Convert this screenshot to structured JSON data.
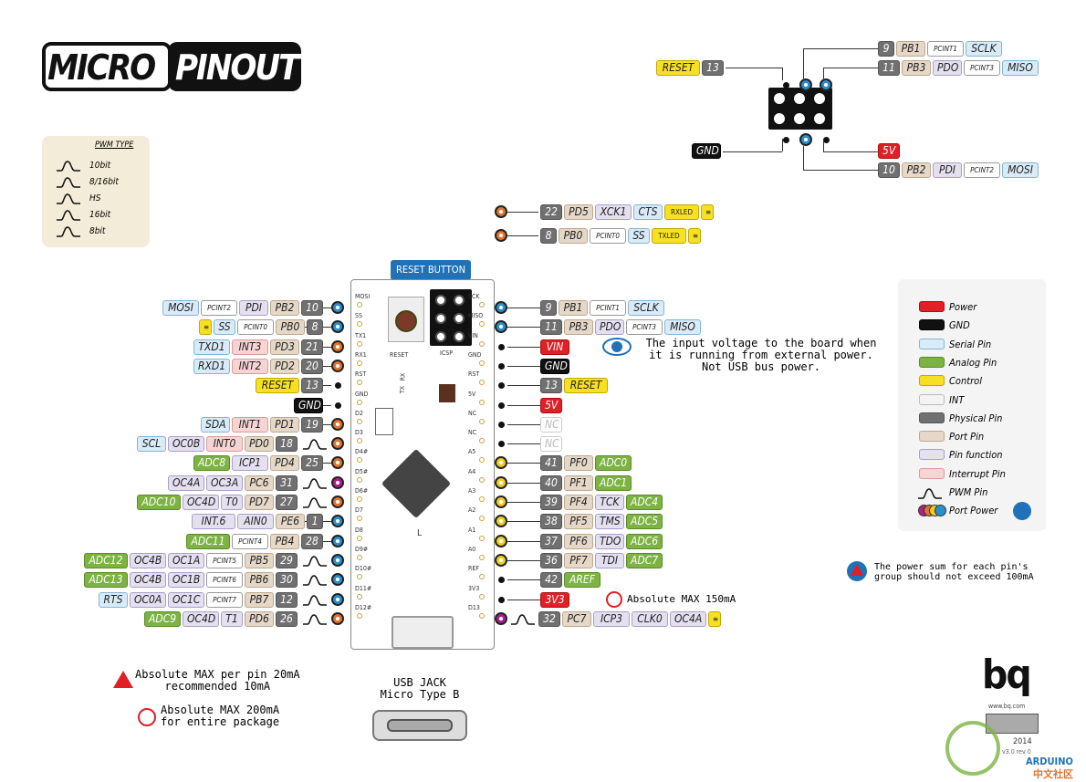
{
  "title": {
    "part1": "MICRO",
    "part2": "PINOUT"
  },
  "pwm": {
    "title": "PWM TYPE",
    "items": [
      "10bit",
      "8/16bit",
      "HS",
      "16bit",
      "8bit"
    ]
  },
  "colors": {
    "power": "#e01f26",
    "gnd": "#111111",
    "serial": "#d9ebf7",
    "analog": "#7cb342",
    "control": "#f7e024",
    "int": "#ffffff",
    "physical": "#707070",
    "port": "#e6d8c8",
    "func": "#e4e0f0",
    "interrupt": "#f7d4d4",
    "blue": "#2a8fd0",
    "orange": "#e2732a",
    "yellow": "#f2cf1b",
    "magenta": "#b01f8e"
  },
  "legend": [
    {
      "label": "Power",
      "cls": "t-pwr"
    },
    {
      "label": "GND",
      "cls": "t-gnd"
    },
    {
      "label": "Serial Pin",
      "cls": "t-ser"
    },
    {
      "label": "Analog Pin",
      "cls": "t-ana"
    },
    {
      "label": "Control",
      "cls": "t-ctl"
    },
    {
      "label": "INT",
      "cls": ""
    },
    {
      "label": "Physical Pin",
      "cls": "t-phys"
    },
    {
      "label": "Port Pin",
      "cls": "t-port"
    },
    {
      "label": "Pin function",
      "cls": "t-func"
    },
    {
      "label": "Interrupt Pin",
      "cls": "t-int"
    },
    {
      "label": "PWM Pin",
      "cls": "pwm"
    },
    {
      "label": "Port Power",
      "cls": "pp"
    }
  ],
  "left_rows": [
    {
      "pin": "blue",
      "labels": [
        [
          "MOSI",
          "t-ser"
        ],
        [
          "PCINT2",
          "t-pci"
        ],
        [
          "PDI",
          "t-func"
        ],
        [
          "PB2",
          "t-port"
        ],
        [
          "10",
          "t-phys"
        ]
      ]
    },
    {
      "pin": "blue",
      "labels": [
        [
          "≡",
          "t-led"
        ],
        [
          "SS",
          "t-ser"
        ],
        [
          "PCINT0",
          "t-pci"
        ],
        [
          "PB0",
          "t-port"
        ],
        [
          "8",
          "t-phys"
        ]
      ]
    },
    {
      "pin": "orange",
      "labels": [
        [
          "TXD1",
          "t-ser"
        ],
        [
          "INT3",
          "t-int"
        ],
        [
          "PD3",
          "t-port"
        ],
        [
          "21",
          "t-phys"
        ]
      ]
    },
    {
      "pin": "orange",
      "labels": [
        [
          "RXD1",
          "t-ser"
        ],
        [
          "INT2",
          "t-int"
        ],
        [
          "PD2",
          "t-port"
        ],
        [
          "20",
          "t-phys"
        ]
      ]
    },
    {
      "pin": "dot",
      "labels": [
        [
          "RESET",
          "t-ctl"
        ],
        [
          "13",
          "t-phys"
        ]
      ]
    },
    {
      "pin": "dot",
      "labels": [
        [
          "GND",
          "t-gnd"
        ]
      ]
    },
    {
      "pin": "orange",
      "labels": [
        [
          "SDA",
          "t-ser"
        ],
        [
          "INT1",
          "t-int"
        ],
        [
          "PD1",
          "t-port"
        ],
        [
          "19",
          "t-phys"
        ]
      ]
    },
    {
      "pin": "orange",
      "pwm": true,
      "labels": [
        [
          "SCL",
          "t-ser"
        ],
        [
          "OC0B",
          "t-func"
        ],
        [
          "INT0",
          "t-int"
        ],
        [
          "PD0",
          "t-port"
        ],
        [
          "18",
          "t-phys"
        ]
      ]
    },
    {
      "pin": "orange",
      "labels": [
        [
          "ADC8",
          "t-ana"
        ],
        [
          "ICP1",
          "t-func"
        ],
        [
          "PD4",
          "t-port"
        ],
        [
          "25",
          "t-phys"
        ]
      ]
    },
    {
      "pin": "magenta",
      "pwm": true,
      "labels": [
        [
          "OC4A",
          "t-func"
        ],
        [
          "OC3A",
          "t-func"
        ],
        [
          "PC6",
          "t-port"
        ],
        [
          "31",
          "t-phys"
        ]
      ]
    },
    {
      "pin": "orange",
      "pwm": true,
      "labels": [
        [
          "ADC10",
          "t-ana"
        ],
        [
          "OC4D",
          "t-func"
        ],
        [
          "T0",
          "t-func"
        ],
        [
          "PD7",
          "t-port"
        ],
        [
          "27",
          "t-phys"
        ]
      ]
    },
    {
      "pin": "blue",
      "labels": [
        [
          "INT.6",
          "t-func"
        ],
        [
          "AIN0",
          "t-func"
        ],
        [
          "PE6",
          "t-port"
        ],
        [
          "1",
          "t-phys"
        ]
      ]
    },
    {
      "pin": "blue",
      "labels": [
        [
          "ADC11",
          "t-ana"
        ],
        [
          "PCINT4",
          "t-pci"
        ],
        [
          "PB4",
          "t-port"
        ],
        [
          "28",
          "t-phys"
        ]
      ]
    },
    {
      "pin": "blue",
      "pwm": true,
      "labels": [
        [
          "ADC12",
          "t-ana"
        ],
        [
          "OC4B",
          "t-func"
        ],
        [
          "OC1A",
          "t-func"
        ],
        [
          "PCINT5",
          "t-pci"
        ],
        [
          "PB5",
          "t-port"
        ],
        [
          "29",
          "t-phys"
        ]
      ]
    },
    {
      "pin": "blue",
      "pwm": true,
      "labels": [
        [
          "ADC13",
          "t-ana"
        ],
        [
          "OC4B",
          "t-func"
        ],
        [
          "OC1B",
          "t-func"
        ],
        [
          "PCINT6",
          "t-pci"
        ],
        [
          "PB6",
          "t-port"
        ],
        [
          "30",
          "t-phys"
        ]
      ]
    },
    {
      "pin": "blue",
      "pwm": true,
      "labels": [
        [
          "RTS",
          "t-ser"
        ],
        [
          "OC0A",
          "t-func"
        ],
        [
          "OC1C",
          "t-func"
        ],
        [
          "PCINT7",
          "t-pci"
        ],
        [
          "PB7",
          "t-port"
        ],
        [
          "12",
          "t-phys"
        ]
      ]
    },
    {
      "pin": "orange",
      "pwm": true,
      "labels": [
        [
          "ADC9",
          "t-ana"
        ],
        [
          "OC4D",
          "t-func"
        ],
        [
          "T1",
          "t-func"
        ],
        [
          "PD6",
          "t-port"
        ],
        [
          "26",
          "t-phys"
        ]
      ]
    }
  ],
  "right_rows": [
    {
      "pin": "blue",
      "labels": [
        [
          "9",
          "t-phys"
        ],
        [
          "PB1",
          "t-port"
        ],
        [
          "PCINT1",
          "t-pci"
        ],
        [
          "SCLK",
          "t-ser"
        ]
      ]
    },
    {
      "pin": "blue",
      "labels": [
        [
          "11",
          "t-phys"
        ],
        [
          "PB3",
          "t-port"
        ],
        [
          "PDO",
          "t-func"
        ],
        [
          "PCINT3",
          "t-pci"
        ],
        [
          "MISO",
          "t-ser"
        ]
      ]
    },
    {
      "pin": "dot",
      "labels": [
        [
          "VIN",
          "t-pwr"
        ]
      ]
    },
    {
      "pin": "dot",
      "labels": [
        [
          "GND",
          "t-gnd"
        ]
      ]
    },
    {
      "pin": "dot",
      "labels": [
        [
          "13",
          "t-phys"
        ],
        [
          "RESET",
          "t-ctl"
        ]
      ]
    },
    {
      "pin": "dot",
      "labels": [
        [
          "5V",
          "t-pwr"
        ]
      ]
    },
    {
      "pin": "dot",
      "labels": [
        [
          "NC",
          "t-nc"
        ]
      ]
    },
    {
      "pin": "dot",
      "labels": [
        [
          "NC",
          "t-nc"
        ]
      ]
    },
    {
      "pin": "yellow",
      "labels": [
        [
          "41",
          "t-phys"
        ],
        [
          "PF0",
          "t-port"
        ],
        [
          "ADC0",
          "t-ana"
        ]
      ]
    },
    {
      "pin": "yellow",
      "labels": [
        [
          "40",
          "t-phys"
        ],
        [
          "PF1",
          "t-port"
        ],
        [
          "ADC1",
          "t-ana"
        ]
      ]
    },
    {
      "pin": "yellow",
      "labels": [
        [
          "39",
          "t-phys"
        ],
        [
          "PF4",
          "t-port"
        ],
        [
          "TCK",
          "t-func"
        ],
        [
          "ADC4",
          "t-ana"
        ]
      ]
    },
    {
      "pin": "yellow",
      "labels": [
        [
          "38",
          "t-phys"
        ],
        [
          "PF5",
          "t-port"
        ],
        [
          "TMS",
          "t-func"
        ],
        [
          "ADC5",
          "t-ana"
        ]
      ]
    },
    {
      "pin": "yellow",
      "labels": [
        [
          "37",
          "t-phys"
        ],
        [
          "PF6",
          "t-port"
        ],
        [
          "TDO",
          "t-func"
        ],
        [
          "ADC6",
          "t-ana"
        ]
      ]
    },
    {
      "pin": "yellow",
      "labels": [
        [
          "36",
          "t-phys"
        ],
        [
          "PF7",
          "t-port"
        ],
        [
          "TDI",
          "t-func"
        ],
        [
          "ADC7",
          "t-ana"
        ]
      ]
    },
    {
      "pin": "dot",
      "labels": [
        [
          "42",
          "t-phys"
        ],
        [
          "AREF",
          "t-ana"
        ]
      ]
    },
    {
      "pin": "dot",
      "labels": [
        [
          "3V3",
          "t-pwr"
        ]
      ]
    },
    {
      "pin": "magenta",
      "pwm": true,
      "labels": [
        [
          "32",
          "t-phys"
        ],
        [
          "PC7",
          "t-port"
        ],
        [
          "ICP3",
          "t-func"
        ],
        [
          "CLK0",
          "t-func"
        ],
        [
          "OC4A",
          "t-func"
        ],
        [
          "≡",
          "t-led"
        ]
      ]
    }
  ],
  "led_rows": [
    {
      "pin": "orange",
      "labels": [
        [
          "22",
          "t-phys"
        ],
        [
          "PD5",
          "t-port"
        ],
        [
          "XCK1",
          "t-func"
        ],
        [
          "CTS",
          "t-ser"
        ],
        [
          "RXLED",
          "t-led"
        ],
        [
          "≡",
          "t-led"
        ]
      ]
    },
    {
      "pin": "orange",
      "labels": [
        [
          "8",
          "t-phys"
        ],
        [
          "PB0",
          "t-port"
        ],
        [
          "PCINT0",
          "t-pci"
        ],
        [
          "SS",
          "t-ser"
        ],
        [
          "TXLED",
          "t-led"
        ],
        [
          "≡",
          "t-led"
        ]
      ]
    }
  ],
  "icsp": {
    "reset": [
      [
        "RESET",
        "t-ctl"
      ],
      [
        "13",
        "t-phys"
      ]
    ],
    "gnd": [
      [
        "GND",
        "t-gnd"
      ]
    ],
    "r1": [
      [
        "9",
        "t-phys"
      ],
      [
        "PB1",
        "t-port"
      ],
      [
        "PCINT1",
        "t-pci"
      ],
      [
        "SCLK",
        "t-ser"
      ]
    ],
    "r2": [
      [
        "11",
        "t-phys"
      ],
      [
        "PB3",
        "t-port"
      ],
      [
        "PDO",
        "t-func"
      ],
      [
        "PCINT3",
        "t-pci"
      ],
      [
        "MISO",
        "t-ser"
      ]
    ],
    "r3": [
      [
        "5V",
        "t-pwr"
      ]
    ],
    "r4": [
      [
        "10",
        "t-phys"
      ],
      [
        "PB2",
        "t-port"
      ],
      [
        "PDI",
        "t-func"
      ],
      [
        "PCINT2",
        "t-pci"
      ],
      [
        "MOSI",
        "t-ser"
      ]
    ]
  },
  "board": {
    "left": [
      "MOSI",
      "SS",
      "TX1",
      "RX1",
      "RST",
      "GND",
      "D2",
      "D3",
      "D4#",
      "D5#",
      "D6#",
      "D7",
      "D8",
      "D9#",
      "D10#",
      "D11#",
      "D12#"
    ],
    "right": [
      "SCK",
      "MISO",
      "VIN",
      "GND",
      "RST",
      "5V",
      "NC",
      "NC",
      "A5",
      "A4",
      "A3",
      "A2",
      "A1",
      "A0",
      "REF",
      "3V3",
      "D13"
    ],
    "icsp": "ICSP",
    "reset": "RESET",
    "l": "L",
    "tx": "TX",
    "rx": "RX"
  },
  "reset_button": "RESET BUTTON",
  "vin_note": [
    "The input voltage to the board when",
    "it is running from external power.",
    "Not USB bus power."
  ],
  "v33_note": "Absolute MAX 150mA",
  "pin_note": [
    "Absolute MAX per pin 20mA",
    "recommended 10mA"
  ],
  "pkg_note": [
    "Absolute MAX 200mA",
    "for entire package"
  ],
  "group_note": [
    "The power sum for each pin's",
    "group should not exceed 100mA"
  ],
  "usb": [
    "USB JACK",
    "Micro Type B"
  ],
  "bq": {
    "logo": "bq",
    "url": "www.bq.com",
    "year": "2014",
    "rev": "v3.0 rev 0"
  },
  "watermark": {
    "text": "ARDUINO",
    "cn": "中文社区"
  }
}
